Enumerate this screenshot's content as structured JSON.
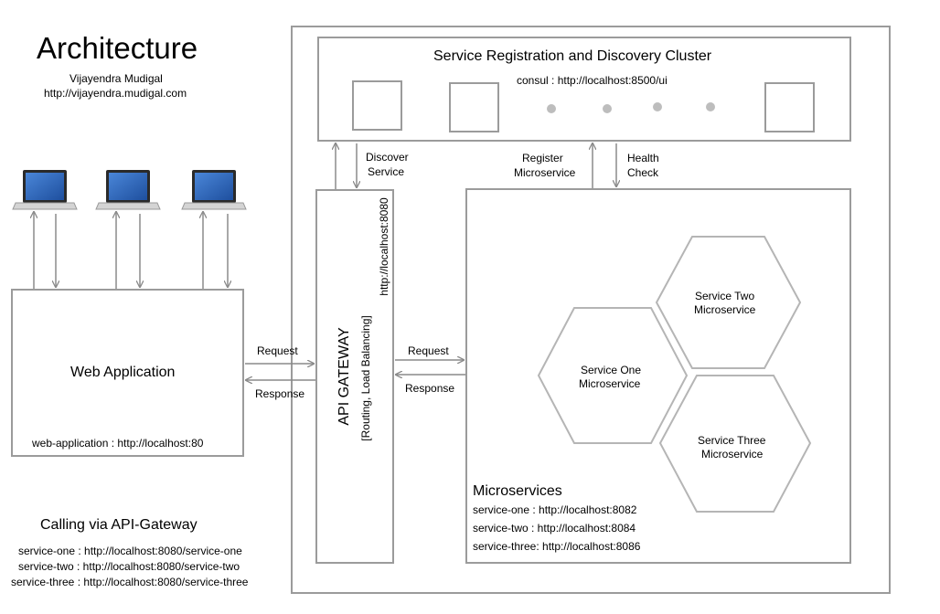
{
  "header": {
    "title": "Architecture",
    "author": "Vijayendra Mudigal",
    "url": "http://vijayendra.mudigal.com"
  },
  "cluster": {
    "title": "Service Registration and Discovery Cluster",
    "consul": "consul : http://localhost:8500/ui"
  },
  "arrows": {
    "discover_line1": "Discover",
    "discover_line2": "Service",
    "register_line1": "Register",
    "register_line2": "Microservice",
    "health_line1": "Health",
    "health_line2": "Check",
    "request_left": "Request",
    "response_left": "Response",
    "request_right": "Request",
    "response_right": "Response"
  },
  "web_app": {
    "title": "Web Application",
    "address": "web-application  : http://localhost:80"
  },
  "gateway": {
    "title": "API GATEWAY",
    "subtitle": "[Routing, Load Balancing]",
    "address": "http://localhost:8080"
  },
  "microservices": {
    "title": "Microservices",
    "addresses": [
      "service-one   : http://localhost:8082",
      "service-two    : http://localhost:8084",
      "service-three: http://localhost:8086"
    ],
    "hex_one_line1": "Service One",
    "hex_one_line2": "Microservice",
    "hex_two_line1": "Service Two",
    "hex_two_line2": "Microservice",
    "hex_three_line1": "Service Three",
    "hex_three_line2": "Microservice"
  },
  "calling": {
    "title": "Calling via API-Gateway",
    "lines": [
      "service-one : http://localhost:8080/service-one",
      "service-two : http://localhost:8080/service-two",
      "service-three : http://localhost:8080/service-three"
    ]
  },
  "colors": {
    "border": "#9b9b9b",
    "arrow": "#8a8a8a",
    "screen": "#2f64b8",
    "dot": "#bdbdbd"
  },
  "icons": {
    "client": "laptop-icon"
  }
}
